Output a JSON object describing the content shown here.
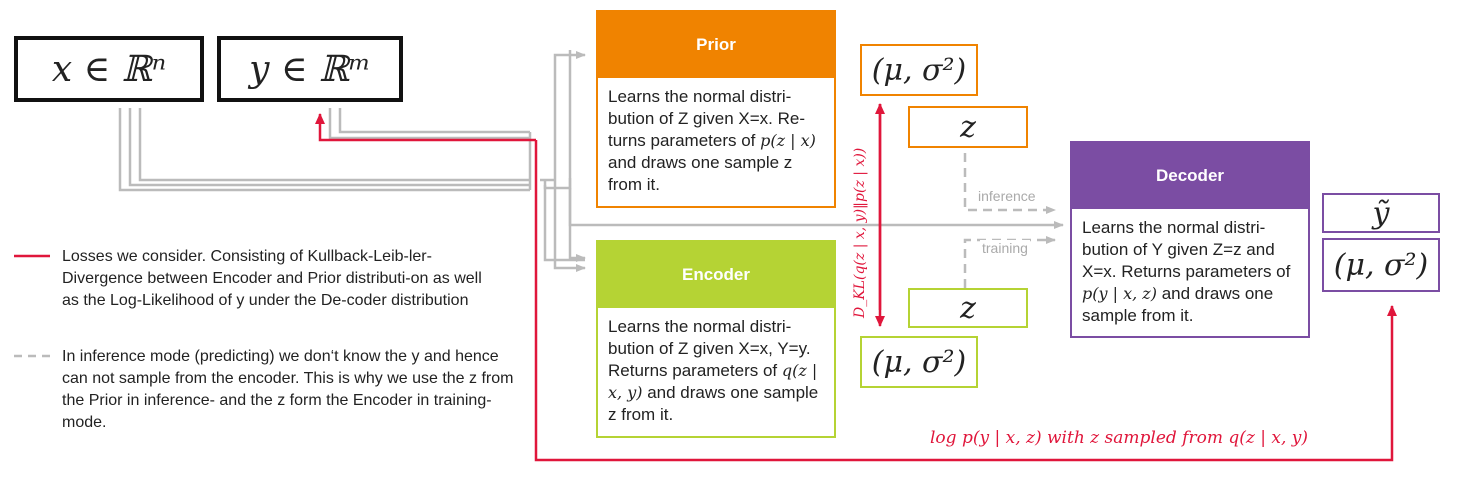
{
  "inputs": {
    "x_label": "x ∈ ℝⁿ",
    "y_label": "y ∈ ℝᵐ"
  },
  "prior": {
    "title": "Prior",
    "body": "Learns the normal distri-bution of Z given X=x. Re-turns parameters of",
    "formula": "p(z | x)",
    "tail": "and draws one sample z from it.",
    "color": "#f08300"
  },
  "encoder": {
    "title": "Encoder",
    "body": "Learns the normal distri-bution of Z given X=x, Y=y. Returns parameters of",
    "formula": "q(z | x, y)",
    "tail": "and draws one sample z from it.",
    "color": "#b5d334"
  },
  "decoder": {
    "title": "Decoder",
    "body": "Learns the normal distri-bution of Y given Z=z and X=x. Returns parameters of",
    "formula": "p(y | x, z)",
    "tail": "and draws one sample from it.",
    "color": "#7b4da3"
  },
  "params": {
    "prior_params": "(μ, σ²)",
    "prior_z": "z",
    "encoder_z": "z",
    "encoder_params": "(μ, σ²)",
    "decoder_ytilde": "ỹ",
    "decoder_params": "(μ, σ²)"
  },
  "labels": {
    "inference": "inference",
    "training": "training",
    "kl": "D_KL(q(z | x, y)‖p(z | x))",
    "loglik": "log p(y | x, z)   with   z sampled from q(z | x, y)"
  },
  "legend": {
    "loss_text": "Losses we consider. Consisting of Kullback-Leib-ler-Divergence between Encoder and Prior distributi-on as well as the Log-Likelihood of y under the De-coder distribution",
    "dashed_text": "In inference mode (predicting) we don‘t know the y and hence can not sample from the encoder. This is why we use the z from the Prior in inference- and the z form the Encoder in training-mode."
  },
  "colors": {
    "loss": "#e0163b",
    "flow": "#bbbbbb"
  }
}
